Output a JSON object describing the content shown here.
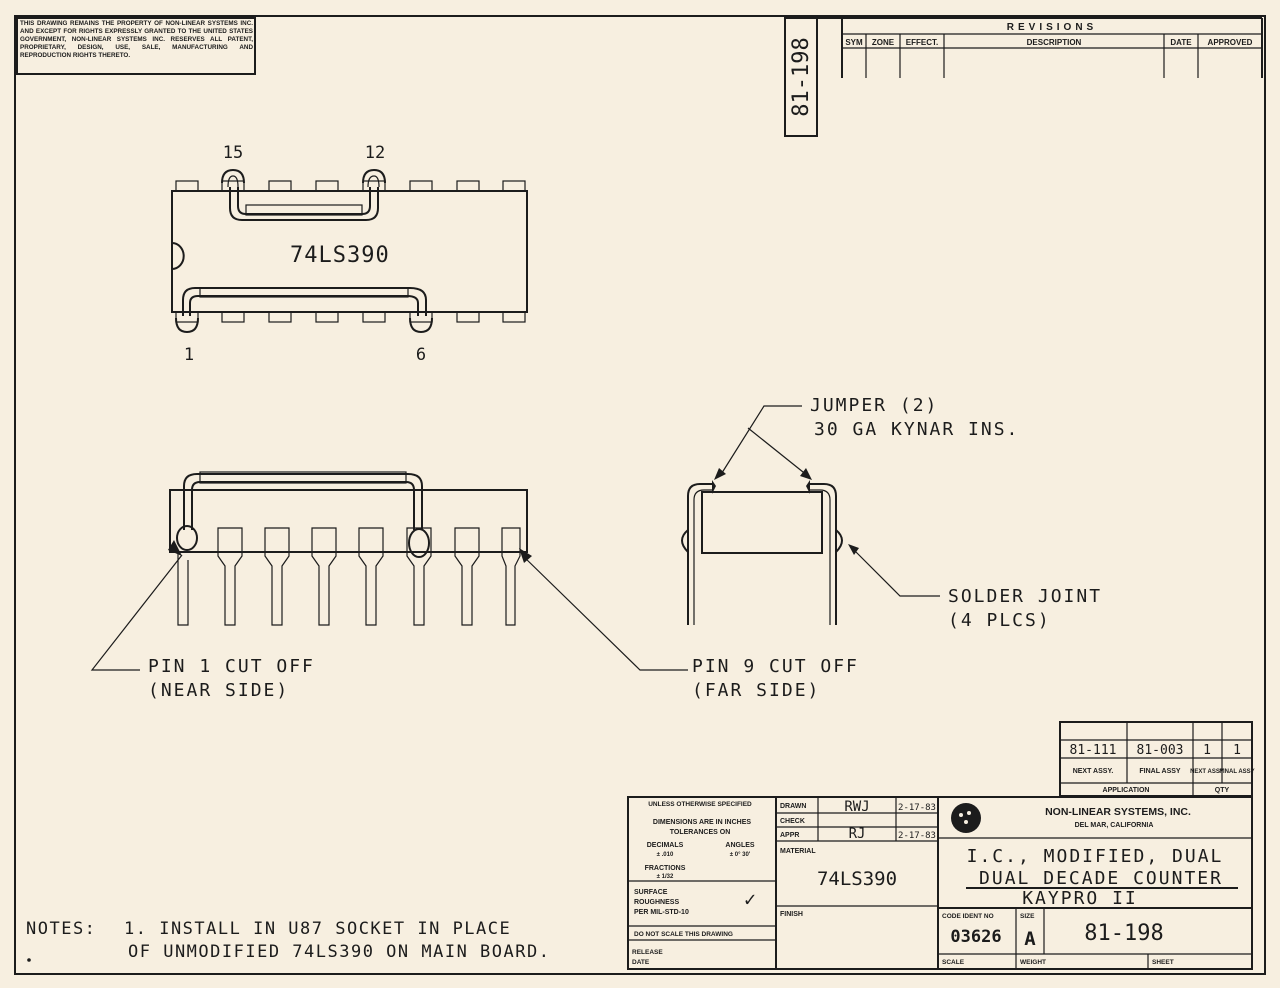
{
  "legal_notice": "THIS DRAWING REMAINS THE PROPERTY OF NON-LINEAR SYSTEMS INC. AND EXCEPT FOR RIGHTS EXPRESSLY GRANTED TO THE UNITED STATES GOVERNMENT, NON-LINEAR SYSTEMS INC. RESERVES ALL PATENT, PROPRIETARY, DESIGN, USE, SALE, MANUFACTURING AND REPRODUCTION RIGHTS THERETO.",
  "drawing_number_tab": "81-198",
  "revisions": {
    "title": "REVISIONS",
    "columns": [
      "SYM",
      "ZONE",
      "EFFECT.",
      "DESCRIPTION",
      "DATE",
      "APPROVED"
    ]
  },
  "top_view": {
    "chip_label": "74LS390",
    "pin_labels": {
      "p15": "15",
      "p12": "12",
      "p1": "1",
      "p6": "6"
    }
  },
  "callouts": {
    "jumper_line1": "JUMPER (2)",
    "jumper_line2": "30 GA  KYNAR INS.",
    "solder_line1": "SOLDER  JOINT",
    "solder_line2": "(4 PLCS)",
    "pin1_line1": "PIN 1  CUT OFF",
    "pin1_line2": "(NEAR  SIDE)",
    "pin9_line1": "PIN 9  CUT OFF",
    "pin9_line2": "(FAR  SIDE)"
  },
  "notes": {
    "prefix": "NOTES:",
    "line1": "1. INSTALL IN U87 SOCKET  IN PLACE",
    "line2": "OF UNMODIFIED 74LS390 ON MAIN BOARD."
  },
  "application": {
    "next_assy": "81-111",
    "final_assy": "81-003",
    "next_qty": "1",
    "final_qty": "1",
    "h_next_assy": "NEXT ASSY.",
    "h_final_assy": "FINAL ASSY",
    "h_next_qty": "NEXT ASSY",
    "h_final_qty": "FINAL ASSY",
    "h_application": "APPLICATION",
    "h_qty": "QTY"
  },
  "title_block": {
    "unless": "UNLESS OTHERWISE SPECIFIED",
    "dims1": "DIMENSIONS ARE IN INCHES",
    "dims2": "TOLERANCES ON",
    "decimals": "DECIMALS",
    "decimals_val": "± .010",
    "angles": "ANGLES",
    "angles_val": "± 0° 30'",
    "fractions": "FRACTIONS",
    "fractions_val": "± 1/32",
    "surface1": "SURFACE",
    "surface2": "ROUGHNESS",
    "surface3": "PER MIL-STD-10",
    "check_mark": "✓",
    "do_not_scale": "DO NOT SCALE THIS DRAWING",
    "release": "RELEASE",
    "date": "DATE",
    "drawn": "DRAWN",
    "drawn_by": "RWJ",
    "drawn_date": "2-17-83",
    "check": "CHECK",
    "appr": "APPR",
    "appr_by": "RJ",
    "appr_date": "2-17-83",
    "material": "MATERIAL",
    "material_value": "74LS390",
    "finish": "FINISH",
    "company": "NON-LINEAR SYSTEMS, INC.",
    "location": "DEL MAR, CALIFORNIA",
    "title1": "I.C., MODIFIED, DUAL",
    "title2": "DUAL DECADE COUNTER",
    "title3": "KAYPRO II",
    "code_ident": "CODE IDENT NO",
    "code_value": "03626",
    "size": "SIZE",
    "size_value": "A",
    "dwg_number": "81-198",
    "scale": "SCALE",
    "weight": "WEIGHT",
    "sheet": "SHEET"
  }
}
